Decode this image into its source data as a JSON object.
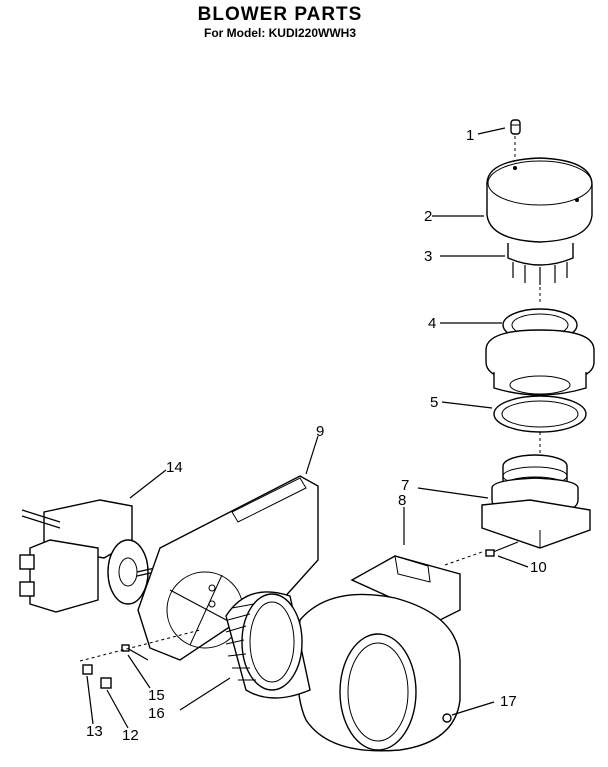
{
  "header": {
    "title": "BLOWER PARTS",
    "subtitle": "For Model: KUDI220WWH3"
  },
  "callouts": [
    "1",
    "2",
    "3",
    "4",
    "5",
    "7",
    "8",
    "9",
    "10",
    "12",
    "13",
    "14",
    "15",
    "16",
    "17"
  ]
}
